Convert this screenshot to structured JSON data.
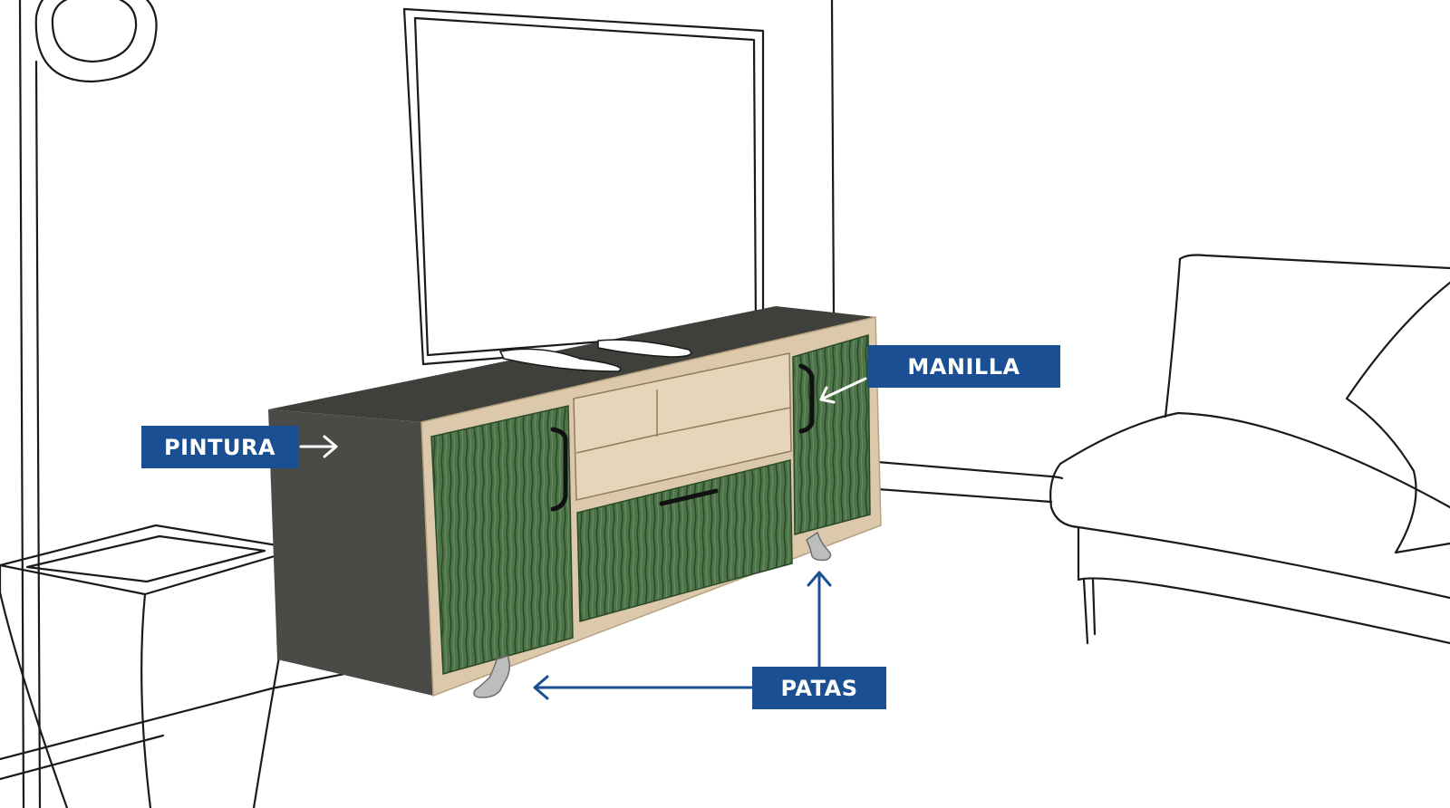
{
  "labels": {
    "pintura": "PINTURA",
    "manilla": "MANILLA",
    "patas": "PATAS"
  },
  "colors": {
    "label_bg": "#1b4f93",
    "label_text": "#ffffff",
    "arrow_white": "#ffffff",
    "arrow_blue": "#1b4f93",
    "cabinet_body": "#4a4b47",
    "cabinet_edge": "#dcc9ac",
    "door_green": "#4e7549",
    "door_green_dark": "#2f4d2c",
    "legs": "#b9b9b9",
    "line_art": "#1a1a1a"
  }
}
